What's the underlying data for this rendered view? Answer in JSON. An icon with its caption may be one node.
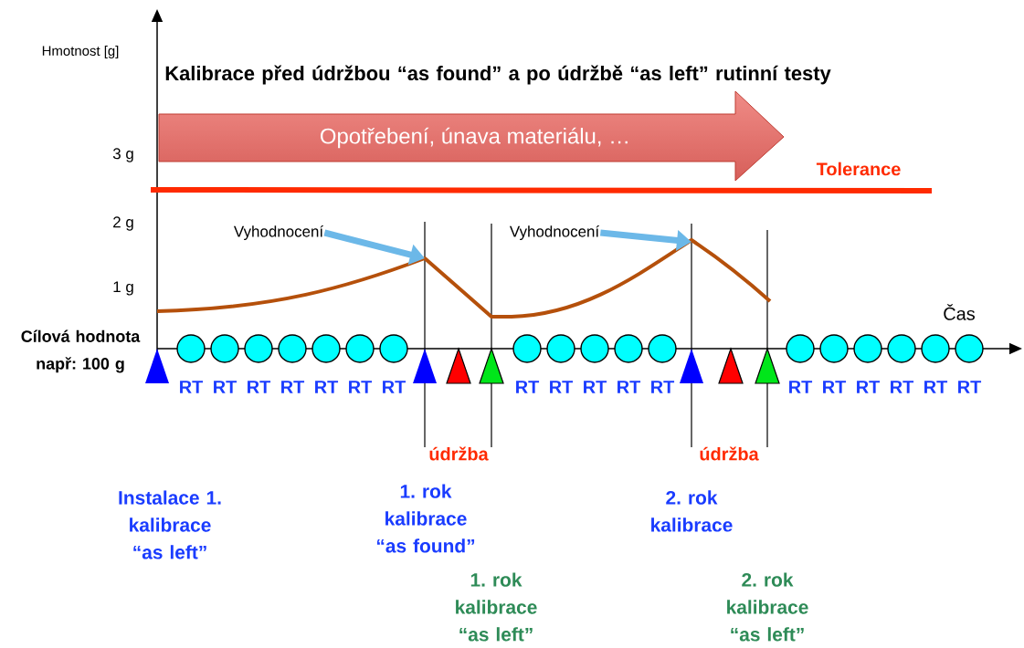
{
  "diagram": {
    "title": "Kalibrace před údržbou “as found” a po údržbě “as left” rutinní testy",
    "nodes": [
      {
        "text": [
          "Opotřebení, únava materiálu, …"
        ]
      },
      {
        "text": [
          "Vyhodnocení"
        ]
      },
      {
        "text": [
          "Vyhodnocení"
        ]
      },
      {
        "text": [],
        "shape": "curve"
      }
    ],
    "edges": [
      {
        "from": 1,
        "to": 3,
        "arrow": "to"
      },
      {
        "from": 2,
        "to": 3,
        "arrow": "to"
      }
    ],
    "labels": [
      "Hmotnost [g]",
      "3 g",
      "Tolerance",
      "2 g",
      "1 g",
      "Čas",
      "Cílová hodnota např: 100 g",
      "RT",
      "RT",
      "RT",
      "RT",
      "RT",
      "RT",
      "RT",
      "RT",
      "RT",
      "RT",
      "RT",
      "RT",
      "RT",
      "RT",
      "RT",
      "RT",
      "RT",
      "RT",
      "údržba",
      "údržba",
      "Instalace 1. kalibrace “as left”",
      "1. rok kalibrace “as found”",
      "2. rok kalibrace",
      "1. rok kalibrace “as left”",
      "2. rok kalibrace “as left”"
    ]
  }
}
